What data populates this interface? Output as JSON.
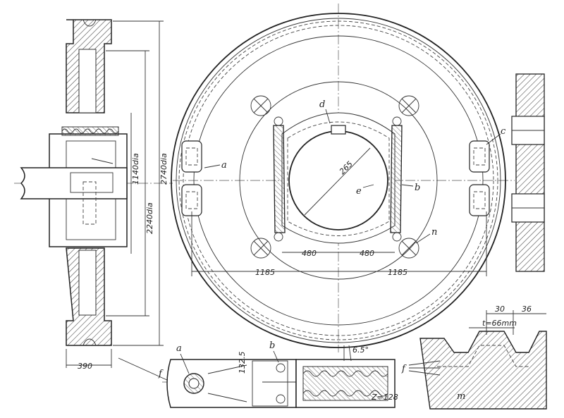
{
  "labels": {
    "a": "a",
    "b": "b",
    "c": "c",
    "d": "d",
    "e": "e",
    "f": "f",
    "n": "n",
    "m": "m"
  },
  "dimensions": {
    "dia_inner": "1140dia",
    "dia_mid": "2240dia",
    "dia_outer": "2740dia",
    "hub_width": "390",
    "radius": "265",
    "left_480": "480",
    "right_480": "480",
    "left_1185": "1185",
    "right_1185": "1185",
    "detail_132": "132.5",
    "angle": "6.5°",
    "teeth": "Z=128",
    "pitch": "t=66mm",
    "tooth_30": "30",
    "tooth_36": "36"
  }
}
